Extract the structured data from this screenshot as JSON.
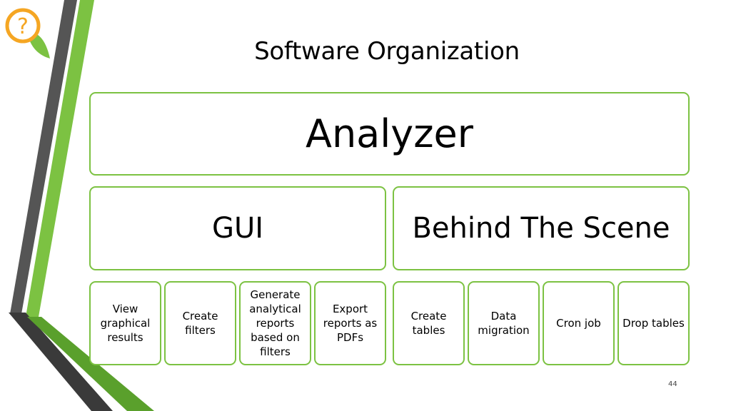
{
  "slide": {
    "title": "Software Organization",
    "page_number": "44"
  },
  "diagram": {
    "root": "Analyzer",
    "branches": [
      {
        "label": "GUI",
        "items": [
          "View graphical results",
          "Create filters",
          "Generate analytical reports based on filters",
          "Export reports as PDFs"
        ]
      },
      {
        "label": "Behind The Scene",
        "items": [
          "Create tables",
          "Data migration",
          "Cron job",
          "Drop tables"
        ]
      }
    ]
  },
  "colors": {
    "box_border": "#7cc242",
    "stripe_dark": "#555555",
    "stripe_green": "#7cc242",
    "logo_ring": "#f5a623"
  },
  "icons": {
    "logo": "question-mark-leaf-logo"
  }
}
